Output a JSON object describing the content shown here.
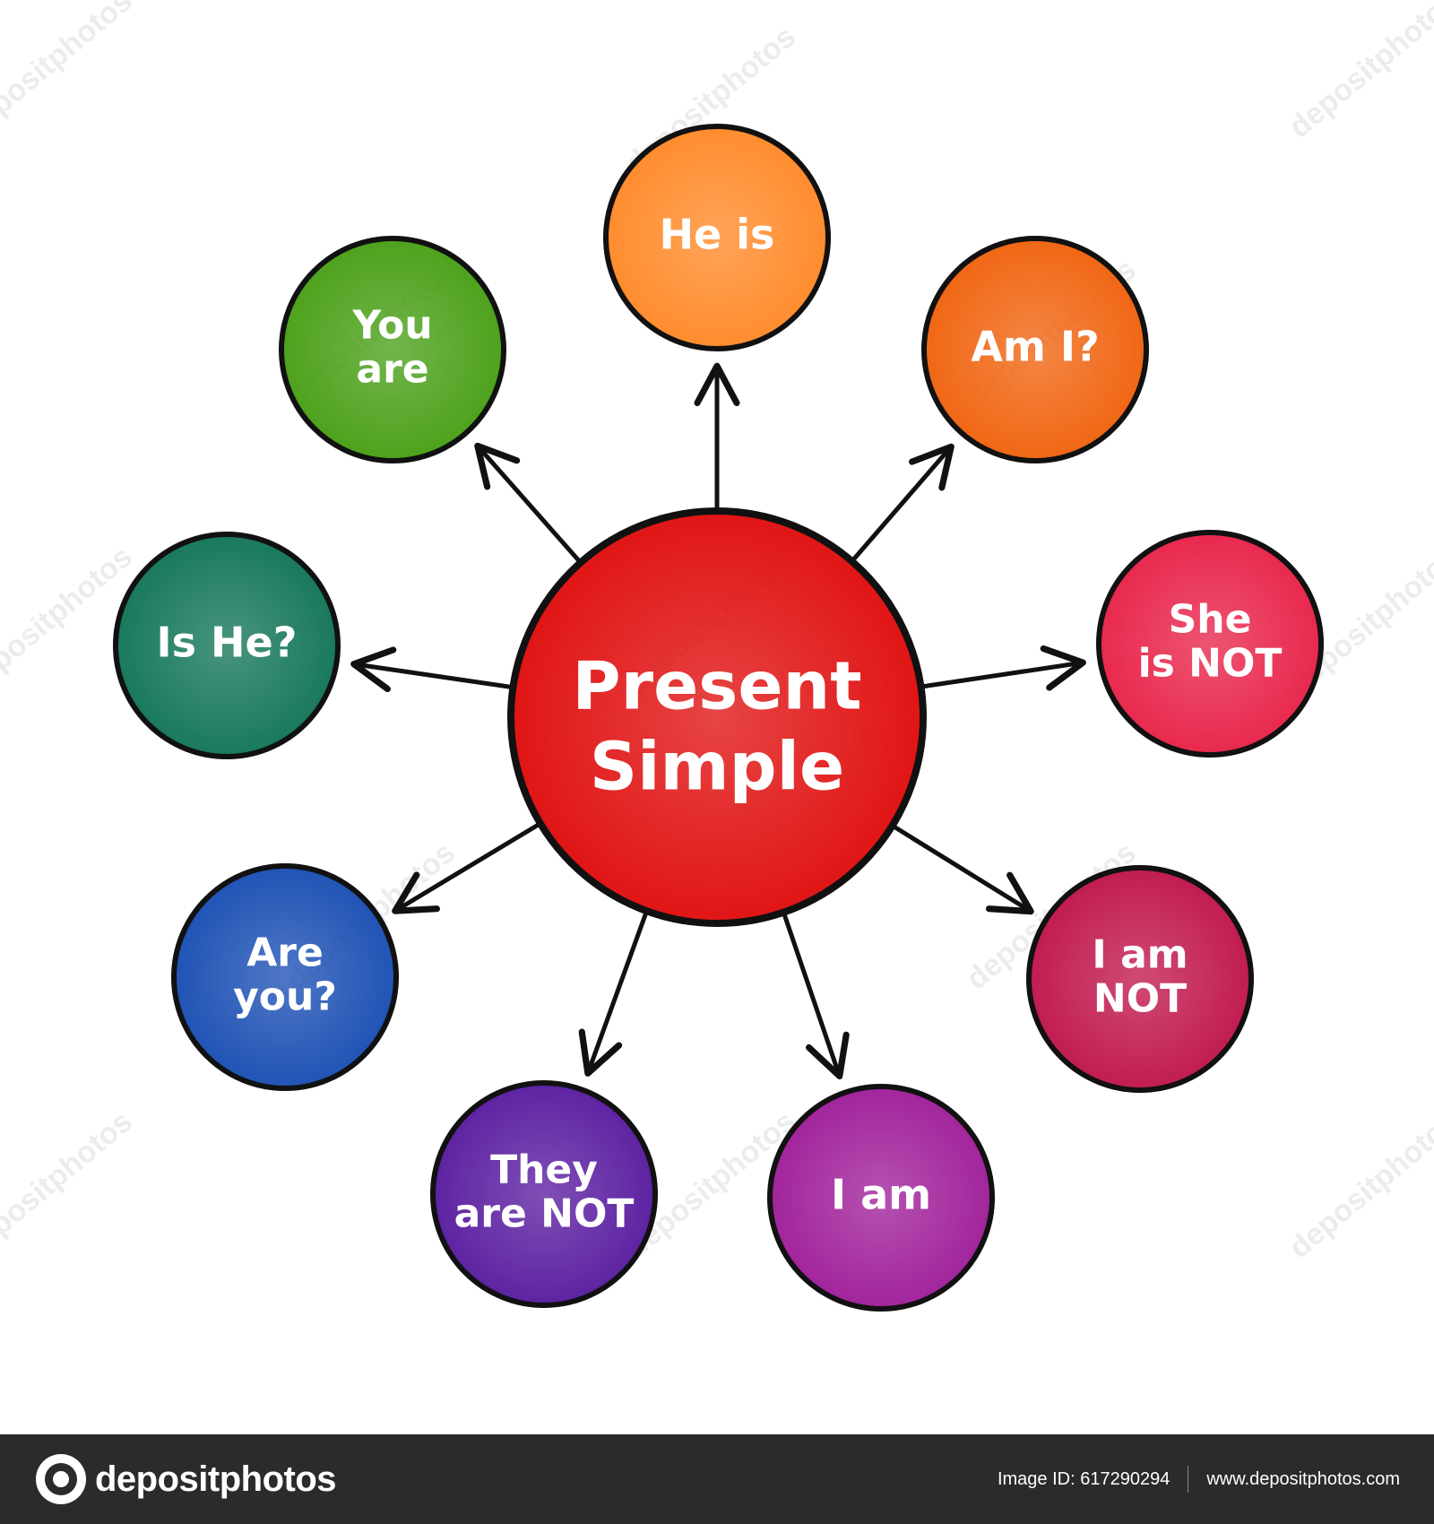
{
  "center": {
    "line1": "Present",
    "line2": "Simple",
    "color": "#e01010"
  },
  "nodes": [
    {
      "id": "he-is",
      "lines": [
        "He is"
      ],
      "color": "#ff8a2a"
    },
    {
      "id": "am-i",
      "lines": [
        "Am I?"
      ],
      "color": "#f06410"
    },
    {
      "id": "she-is-not",
      "lines": [
        "She",
        "is NOT"
      ],
      "color": "#e8244a"
    },
    {
      "id": "i-am-not",
      "lines": [
        "I am",
        "NOT"
      ],
      "color": "#c0184c"
    },
    {
      "id": "i-am",
      "lines": [
        "I am"
      ],
      "color": "#a0209a"
    },
    {
      "id": "they-are-not",
      "lines": [
        "They",
        "are NOT"
      ],
      "color": "#5a1ea0"
    },
    {
      "id": "are-you",
      "lines": [
        "Are",
        "you?"
      ],
      "color": "#1c50b4"
    },
    {
      "id": "is-he",
      "lines": [
        "Is He?"
      ],
      "color": "#14765a"
    },
    {
      "id": "you-are",
      "lines": [
        "You",
        "are"
      ],
      "color": "#4aa018"
    }
  ],
  "watermark": {
    "text": "depositphotos"
  },
  "footer": {
    "brand": "depositphotos",
    "image_id": "Image ID: 617290294",
    "url": "www.depositphotos.com"
  }
}
